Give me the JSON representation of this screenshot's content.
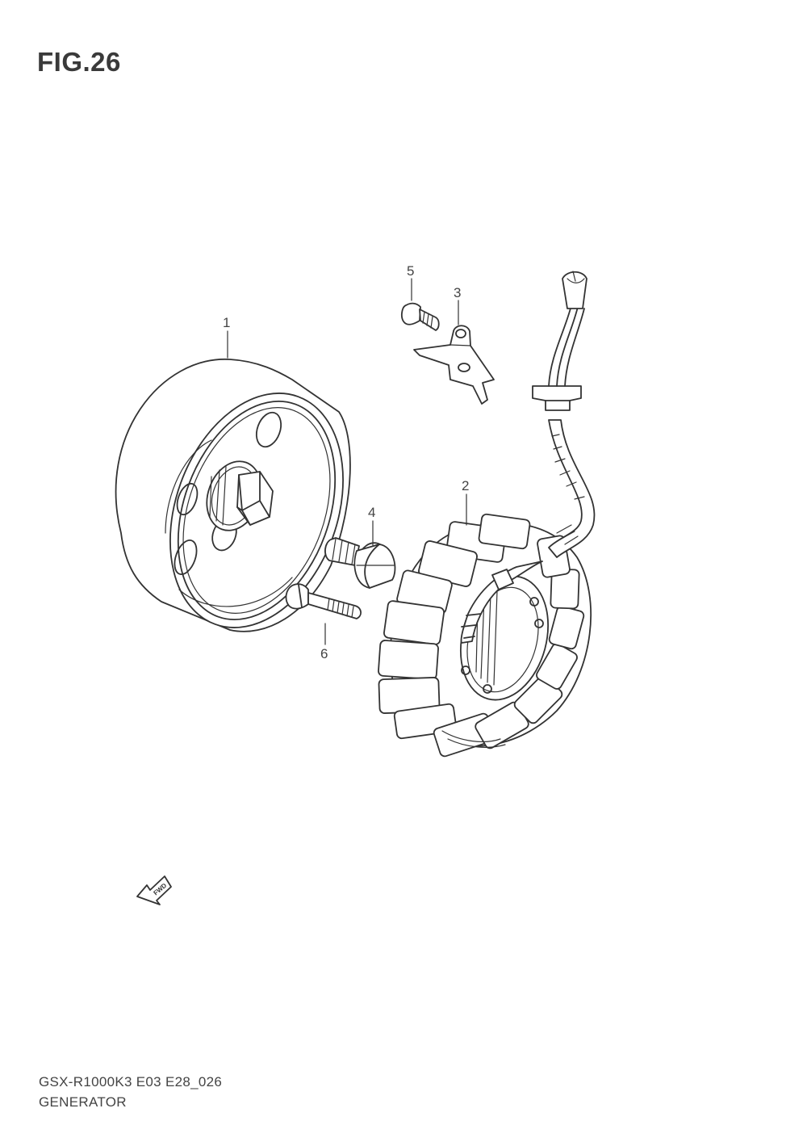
{
  "figure": {
    "title": "FIG.26"
  },
  "footer": {
    "model_code": "GSX-R1000K3 E03 E28_026",
    "section_name": "GENERATOR"
  },
  "callouts": [
    {
      "id": "1",
      "label": "1"
    },
    {
      "id": "2",
      "label": "2"
    },
    {
      "id": "3",
      "label": "3"
    },
    {
      "id": "4",
      "label": "4"
    },
    {
      "id": "5",
      "label": "5"
    },
    {
      "id": "6",
      "label": "6"
    }
  ],
  "direction_badge": {
    "label": "FWD",
    "icon": "fwd-arrow-icon"
  }
}
